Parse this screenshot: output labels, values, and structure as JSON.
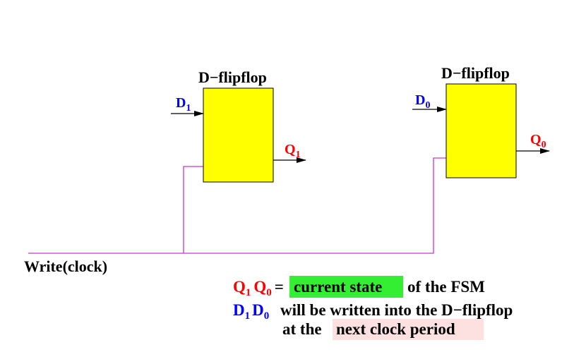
{
  "colors": {
    "flipflop_fill": "#ffff00",
    "input_label": "#0000ff",
    "output_label": "#ff0000",
    "clock_wire": "#cc33cc",
    "current_state_highlight": "#33ee33",
    "next_period_highlight": "#fde0e0"
  },
  "flipflop_1": {
    "title": "D−flipflop",
    "input": {
      "main": "D",
      "sub": "1"
    },
    "output": {
      "main": "Q",
      "sub": "1"
    }
  },
  "flipflop_0": {
    "title": "D−flipflop",
    "input": {
      "main": "D",
      "sub": "0"
    },
    "output": {
      "main": "Q",
      "sub": "0"
    }
  },
  "clock_label": "Write(clock)",
  "note_1": {
    "q1": "Q",
    "q1_sub": "1",
    "q0": "Q",
    "q0_sub": "0",
    "equals": "=",
    "highlight": "current state",
    "rest": "of the FSM"
  },
  "note_2": {
    "d1": "D",
    "d1_sub": "1",
    "d0": "D",
    "d0_sub": "0",
    "text": "will be written into the D−flipflop"
  },
  "note_3": {
    "prefix": "at the",
    "highlight": "next clock period"
  }
}
